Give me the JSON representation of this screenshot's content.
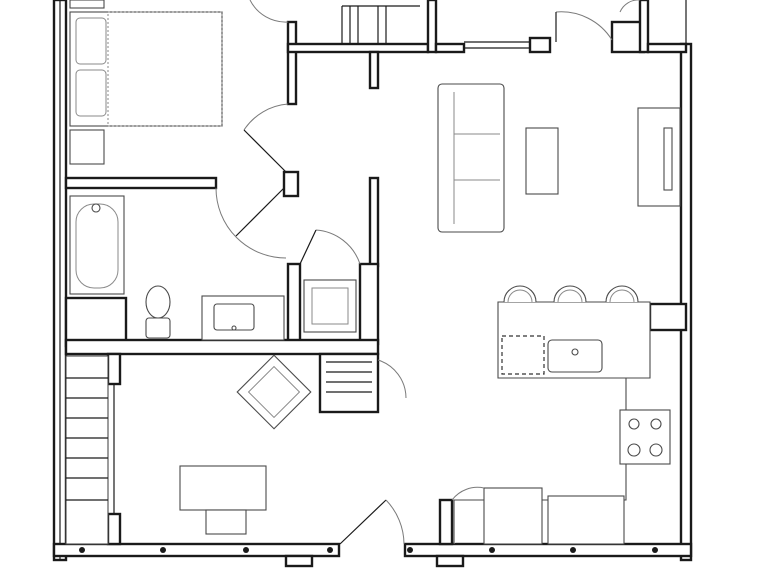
{
  "plan": {
    "type": "apartment-floor-plan",
    "rooms": [
      "bedroom",
      "bathroom",
      "closet",
      "living-room",
      "kitchen",
      "dining-area",
      "office-room",
      "stair"
    ],
    "colors": {
      "wall": "#1a1a1a",
      "fixture": "#4a4a4a",
      "light-line": "#8a8a8a",
      "background": "#ffffff"
    }
  }
}
